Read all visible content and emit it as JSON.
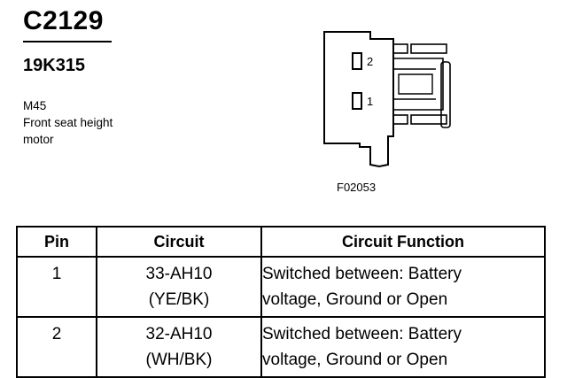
{
  "header": {
    "connector_id": "C2129",
    "part_number": "19K315",
    "location_code": "M45",
    "description_line1": "Front seat height",
    "description_line2": "motor"
  },
  "diagram": {
    "pin_labels": [
      "2",
      "1"
    ],
    "figure_code": "F02053"
  },
  "table": {
    "headers": [
      "Pin",
      "Circuit",
      "Circuit Function"
    ],
    "rows": [
      {
        "pin": "1",
        "circuit_line1": "33-AH10",
        "circuit_line2": "(YE/BK)",
        "function_line1": "Switched between: Battery",
        "function_line2": "voltage, Ground or Open"
      },
      {
        "pin": "2",
        "circuit_line1": "32-AH10",
        "circuit_line2": "(WH/BK)",
        "function_line1": "Switched between: Battery",
        "function_line2": "voltage, Ground or Open"
      }
    ]
  }
}
